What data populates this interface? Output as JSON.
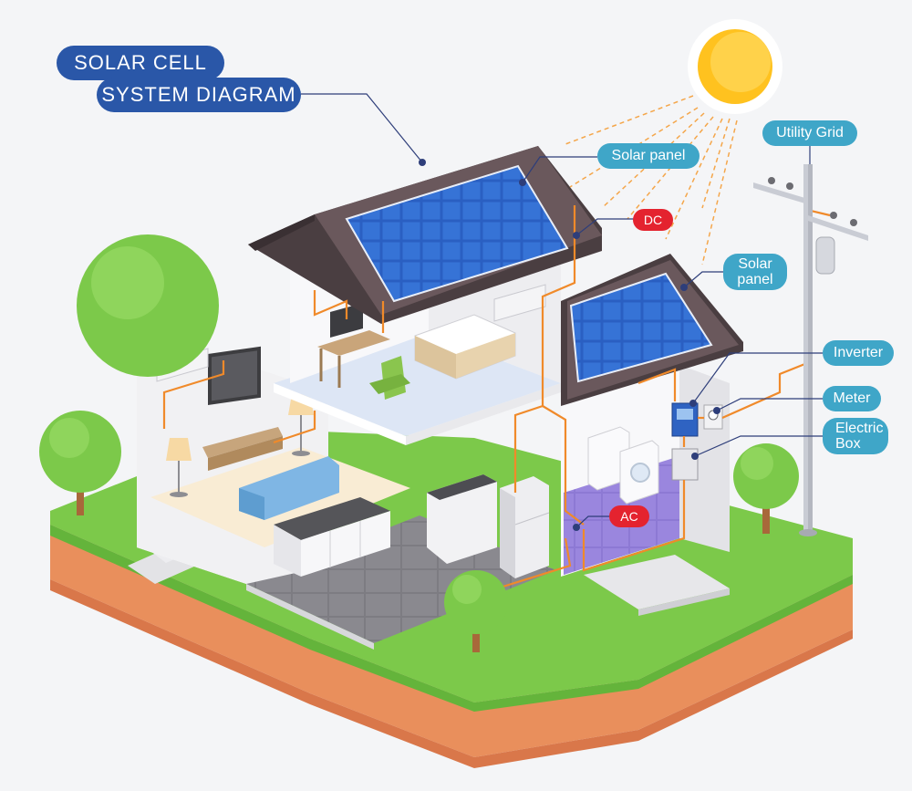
{
  "title": {
    "line1": "SOLAR CELL",
    "line2": "SYSTEM DIAGRAM"
  },
  "labels": {
    "solar_panel_top": "Solar panel",
    "solar_panel_side_1": "Solar",
    "solar_panel_side_2": "panel",
    "utility_grid": "Utility Grid",
    "inverter": "Inverter",
    "meter": "Meter",
    "electric_box_1": "Electric",
    "electric_box_2": "Box",
    "dc": "DC",
    "ac": "AC"
  },
  "colors": {
    "title_pill": "#2a57a8",
    "label_pill": "#3fa6c8",
    "tag_pill": "#e4232f",
    "wire": "#f08a2a",
    "sun": "#ffc21f",
    "grass": "#7cc94a",
    "soil": "#e98f5c",
    "roof": "#5b4b4e",
    "panel": "#2f63c2"
  },
  "icons": [
    "sun-icon",
    "utility-pole-icon",
    "tree-icon",
    "solar-panel-icon",
    "inverter-icon",
    "meter-icon",
    "electric-box-icon"
  ]
}
